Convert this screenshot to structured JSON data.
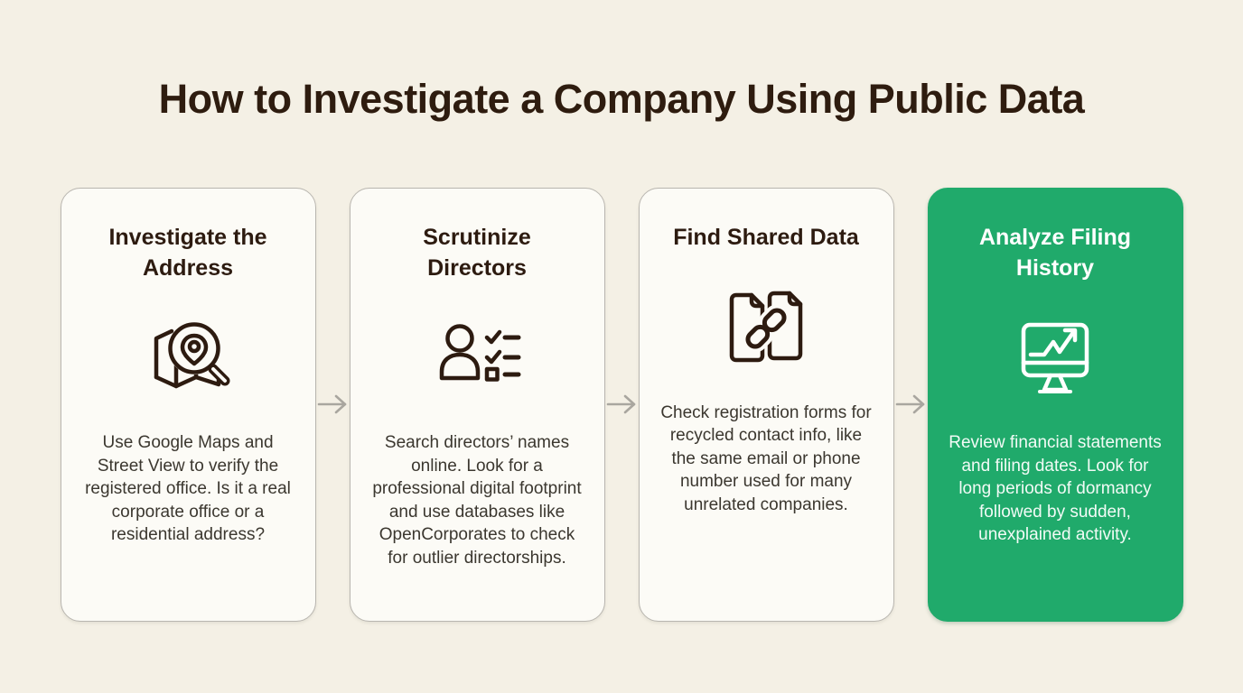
{
  "page": {
    "title": "How to Investigate a Company Using Public Data"
  },
  "colors": {
    "background": "#f4f0e5",
    "card_background": "#fcfbf6",
    "card_border": "#b9b6b0",
    "ink": "#2d1b10",
    "accent_green": "#20aa6b",
    "arrow_gray": "#a9a69f"
  },
  "steps": [
    {
      "title": "Investigate the Address",
      "icon": "map-location-magnifier-icon",
      "description": "Use Google Maps and Street View to verify the registered office. Is it a real corporate office or a residential address?",
      "highlighted": false
    },
    {
      "title": "Scrutinize Directors",
      "icon": "person-checklist-icon",
      "description": "Search directors’ names online. Look for a professional digital footprint and use databases like OpenCorporates to check for outlier directorships.",
      "highlighted": false
    },
    {
      "title": "Find Shared Data",
      "icon": "linked-documents-icon",
      "description": "Check registration forms for recycled contact info, like the same email or phone number used for many unrelated companies.",
      "highlighted": false
    },
    {
      "title": "Analyze Filing History",
      "icon": "monitor-trend-chart-icon",
      "description": "Review financial statements and filing dates. Look for long periods of dormancy followed by sudden, unexplained activity.",
      "highlighted": true
    }
  ]
}
